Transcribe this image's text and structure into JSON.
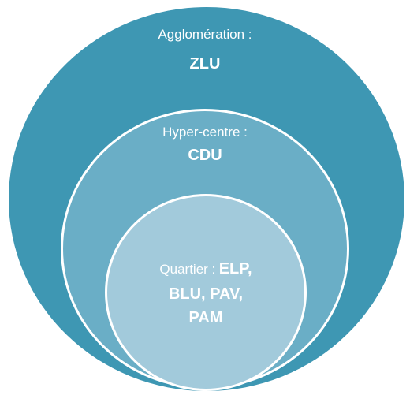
{
  "colors": {
    "outer_fill": "#3e97b3",
    "middle_fill": "#6aaec6",
    "inner_fill": "#a2cadb",
    "stroke": "#ffffff",
    "text": "#ffffff"
  },
  "outer": {
    "label": "Agglomération :",
    "code": "ZLU"
  },
  "middle": {
    "label": "Hyper-centre :",
    "code": "CDU"
  },
  "inner": {
    "label": "Quartier :",
    "codes_line1": "ELP,",
    "codes_line2": "BLU, PAV,",
    "codes_line3": "PAM"
  }
}
